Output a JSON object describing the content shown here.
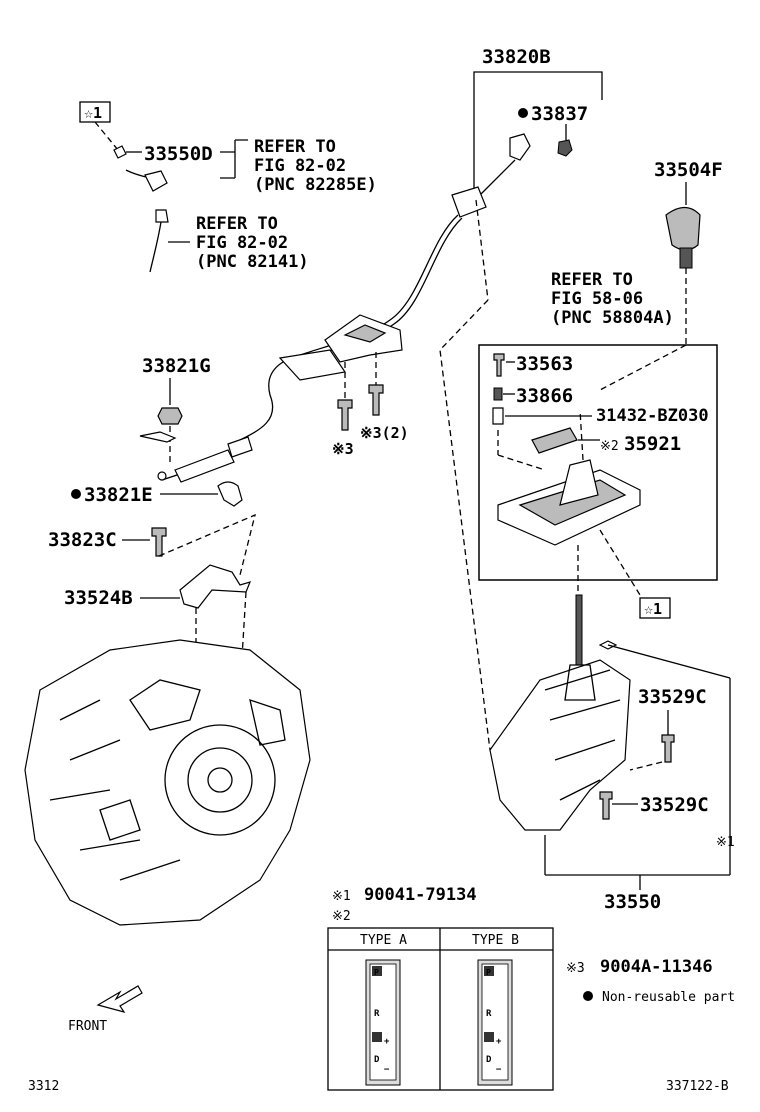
{
  "parts": {
    "p33820B": "33820B",
    "p33837": "33837",
    "p33550D": "33550D",
    "p33504F": "33504F",
    "p33821G": "33821G",
    "p33821E": "33821E",
    "p33823C": "33823C",
    "p33524B": "33524B",
    "p33563": "33563",
    "p33866": "33866",
    "p31432": "31432-BZ030",
    "p35921": "35921",
    "p33529C_a": "33529C",
    "p33529C_b": "33529C",
    "p33550": "33550"
  },
  "refs": {
    "ref1": [
      "REFER TO",
      "FIG 82-02",
      "(PNC 82285E)"
    ],
    "ref2": [
      "REFER TO",
      "FIG 82-02",
      "(PNC 82141)"
    ],
    "ref3": [
      "REFER TO",
      "FIG 58-06",
      "(PNC 58804A)"
    ]
  },
  "marks": {
    "star1_a": "☆1",
    "star1_b": "☆1",
    "note3": "※3",
    "note3x2": "※3(2)",
    "note2": "※2",
    "note1": "※1",
    "dot": "●"
  },
  "legend": {
    "n1_mark": "※1",
    "n1_part": "90041-79134",
    "n2_mark": "※2",
    "typeA": "TYPE A",
    "typeB": "TYPE B",
    "n3_mark": "※3",
    "n3_part": "9004A-11346",
    "nonreusable": "Non-reusable part"
  },
  "plate": {
    "P": "P",
    "R": "R",
    "D": "D",
    "plus": "+",
    "minus": "−"
  },
  "footer": {
    "front": "FRONT",
    "left_code": "3312",
    "right_code": "337122-B"
  }
}
